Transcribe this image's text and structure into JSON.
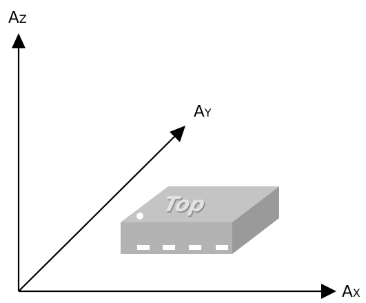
{
  "axes": {
    "z": {
      "letter": "A",
      "subscript": "Z"
    },
    "y": {
      "letter": "A",
      "subscript": "Y"
    },
    "x": {
      "letter": "A",
      "subscript": "X"
    }
  },
  "chip": {
    "marking": "Top",
    "pin_count_visible": 4
  },
  "colors": {
    "axis": "#000000",
    "chip_top": "#c4c4c4",
    "chip_front": "#b3b3b3",
    "chip_side": "#9a9a9a",
    "chip_text": "#e2e2e2",
    "chip_text_shadow": "#8f8f8f",
    "pin": "#ffffff"
  }
}
